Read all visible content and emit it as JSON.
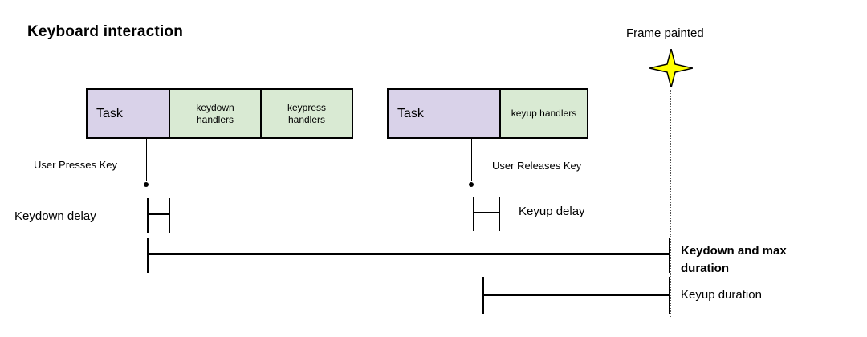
{
  "title": "Keyboard interaction",
  "colors": {
    "task_fill": "#d9d2e9",
    "handler_fill": "#d9ead3",
    "star_fill": "#ffff00"
  },
  "keydown_sequence": {
    "task_label": "Task",
    "handlers": [
      {
        "label": "keydown handlers"
      },
      {
        "label": "keypress handlers"
      }
    ]
  },
  "keyup_sequence": {
    "task_label": "Task",
    "handlers": [
      {
        "label": "keyup handlers"
      }
    ]
  },
  "annotations": {
    "frame_painted": "Frame painted",
    "user_presses_key": "User Presses Key",
    "user_releases_key": "User Releases Key",
    "keydown_delay": "Keydown delay",
    "keyup_delay": "Keyup delay",
    "keydown_max_duration": "Keydown and max duration",
    "keyup_duration": "Keyup duration"
  }
}
